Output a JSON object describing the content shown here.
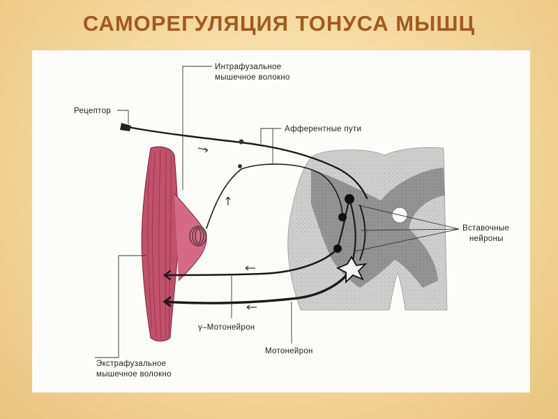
{
  "slide": {
    "title": "САМОРЕГУЛЯЦИЯ ТОНУСА МЫШЦ"
  },
  "diagram": {
    "labels": {
      "intrafusal_line1": "Интрафузальное",
      "intrafusal_line2": "мышечное волокно",
      "receptor": "Рецептор",
      "afferent": "Афферентные пути",
      "interneurons_line1": "Вставочные",
      "interneurons_line2": "нейроны",
      "gamma_motoneuron": "γ–Мотонейрон",
      "motoneuron": "Мотонейрон",
      "extrafusal_line1": "Экстрафузальное",
      "extrafusal_line2": "мышечное волокно"
    },
    "colors": {
      "muscle": "#c0506b",
      "spinal_gray": "#8e8e8e",
      "spinal_white": "#d2d2d2",
      "nerve": "#1a1a1a"
    }
  }
}
